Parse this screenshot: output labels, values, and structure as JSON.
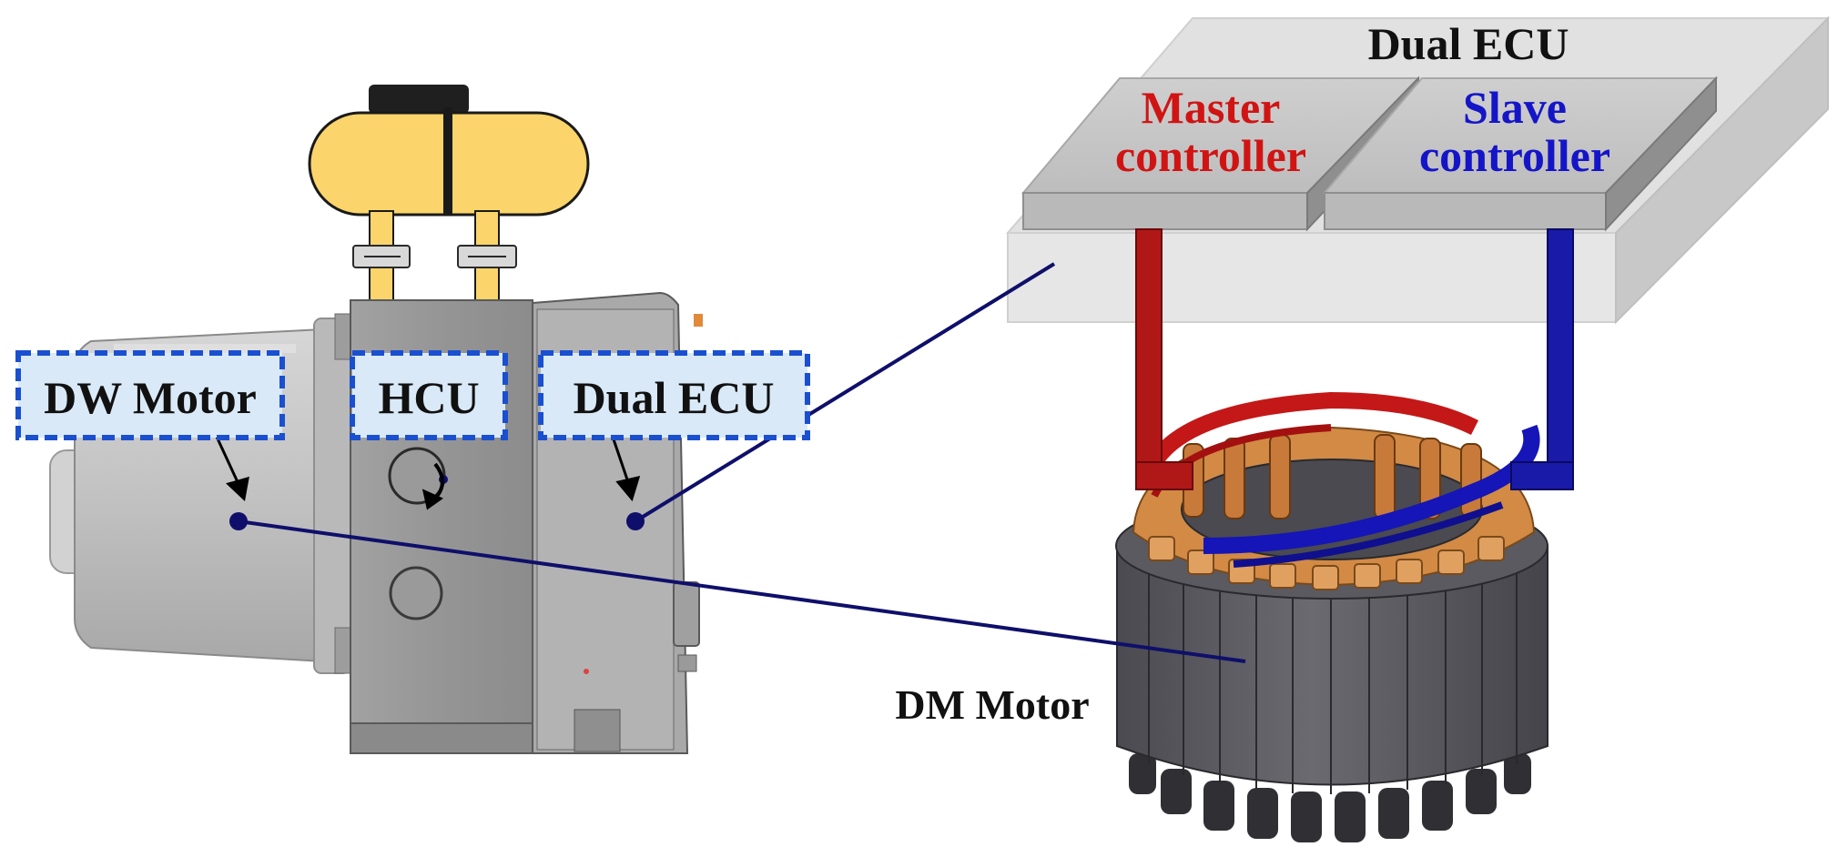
{
  "labels": {
    "dw_motor": "DW Motor",
    "hcu": "HCU",
    "dual_ecu_box": "Dual ECU",
    "dual_ecu_top": "Dual ECU",
    "master_line1": "Master",
    "master_line2": "controller",
    "slave_line1": "Slave",
    "slave_line2": "controller",
    "dm_motor": "DM Motor"
  },
  "colors": {
    "master": "#d01414",
    "slave": "#1515c8",
    "connector_line": "#0f0f6b",
    "label_box_fill": "#d9e9f7",
    "label_box_border": "#1a4fd0",
    "reservoir": "#fbd56b",
    "housing": "#9b9b9b",
    "stator": "#58585e",
    "winding": "#d28a45"
  }
}
